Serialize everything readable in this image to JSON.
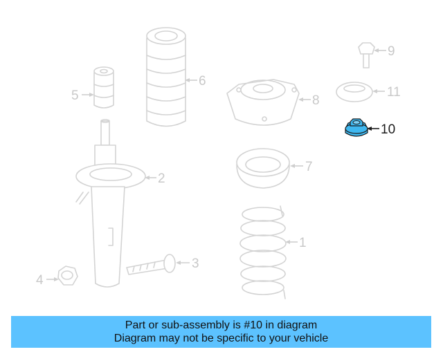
{
  "diagram": {
    "highlight_color": "#3fb8f0",
    "callouts": [
      "1",
      "2",
      "3",
      "4",
      "5",
      "6",
      "7",
      "8",
      "9",
      "10",
      "11"
    ],
    "highlighted_part": "10"
  },
  "banner": {
    "line1": "Part or sub-assembly is #10 in diagram",
    "line2": "Diagram may not be specific to your vehicle",
    "color": "#5cc2ff"
  }
}
